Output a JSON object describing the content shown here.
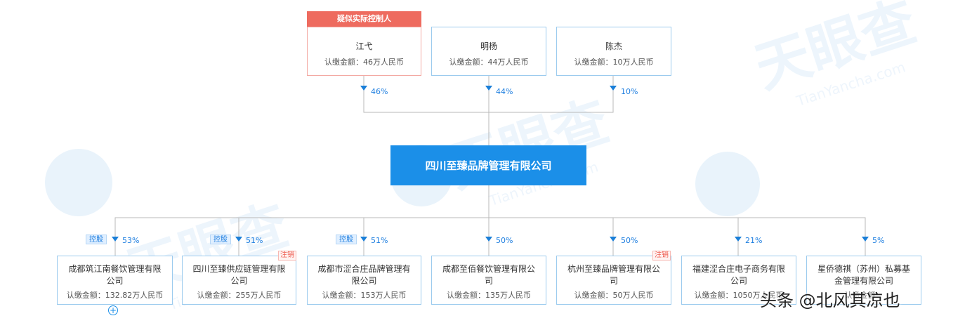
{
  "shareholders": [
    {
      "name": "江弋",
      "amount": "认缴金额：46万人民币",
      "percent": "46%",
      "tag": "疑似实际控制人"
    },
    {
      "name": "明杨",
      "amount": "认缴金额：44万人民币",
      "percent": "44%"
    },
    {
      "name": "陈杰",
      "amount": "认缴金额：10万人民币",
      "percent": "10%"
    }
  ],
  "company": {
    "name": "四川至臻品牌管理有限公司"
  },
  "investments": [
    {
      "name": "成都筑江南餐饮管理有限公司",
      "amount": "认缴金额：132.82万人民币",
      "percent": "53%",
      "hold": "控股"
    },
    {
      "name": "四川至臻供应链管理有限公司",
      "amount": "认缴金额：255万人民币",
      "percent": "51%",
      "hold": "控股",
      "status": "注销"
    },
    {
      "name": "成都市涩合庄品牌管理有限公司",
      "amount": "认缴金额：153万人民币",
      "percent": "51%",
      "hold": "控股"
    },
    {
      "name": "成都至佰餐饮管理有限公司",
      "amount": "认缴金额：135万人民币",
      "percent": "50%"
    },
    {
      "name": "杭州至臻品牌管理有限公司",
      "amount": "认缴金额：50万人民币",
      "percent": "50%",
      "status": "注销"
    },
    {
      "name": "福建涩合庄电子商务有限公司",
      "amount": "认缴金额：1050万人民币",
      "percent": "21%"
    },
    {
      "name": "星侨德祺（苏州）私募基金管理有限公司",
      "amount": "认缴金额：",
      "percent": "5%"
    }
  ],
  "watermark": {
    "brand": "天眼查",
    "url": "TianYancha.com"
  },
  "credit": "头条 @北风其凉也",
  "colors": {
    "primary": "#1b8fe8",
    "control_tag": "#ee6b5f",
    "border": "#9ccbee",
    "status": "#ee5b4e"
  },
  "icons": {
    "arrow": "down-triangle-icon",
    "expand": "plus-circle-icon"
  }
}
